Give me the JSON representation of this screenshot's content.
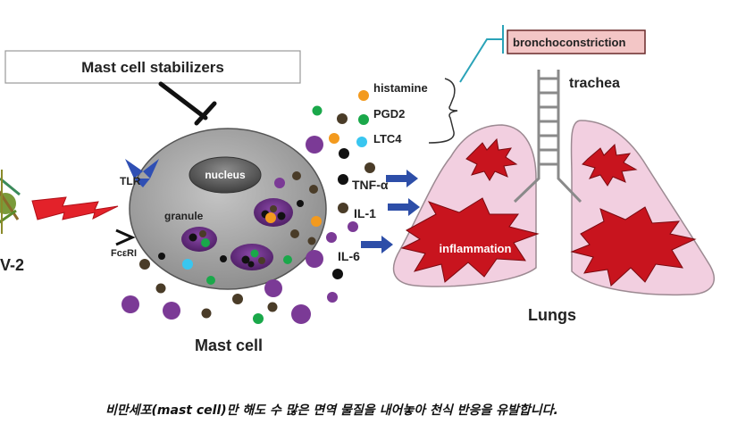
{
  "labels": {
    "partial_label": "V-2",
    "mast_cell_stabilizers": "Mast cell stabilizers",
    "nucleus": "nucleus",
    "granule": "granule",
    "tlr": "TLR",
    "fceri": "FcεRI",
    "mast_cell": "Mast cell",
    "histamine": "histamine",
    "pgd2": "PGD2",
    "ltc4": "LTC4",
    "tnf": "TNF-α",
    "il1": "IL-1",
    "il6": "IL-6",
    "bronchoconstriction": "bronchoconstriction",
    "trachea": "trachea",
    "inflammation": "inflammation",
    "lungs": "Lungs"
  },
  "caption": "비만세포(mast cell)만 해도 수 많은 면역 물질을 내어놓아 천식 반응을 유발합니다.",
  "colors": {
    "cell_fill": "#a9a9a9",
    "granule": "#6a2c86",
    "purple_dot": "#7b3a96",
    "dark_dot": "#4a3c28",
    "green_dot": "#1aa84a",
    "orange_dot": "#f39a1e",
    "cyan_dot": "#39c6f0",
    "arrow_blue": "#2d4ea8",
    "lung_fill": "#f2cfe0",
    "burst_red": "#c8141e",
    "red_zigzag": "#e3222a",
    "teal_line": "#2aa3b8",
    "box_pink": "#f3c6c6"
  }
}
